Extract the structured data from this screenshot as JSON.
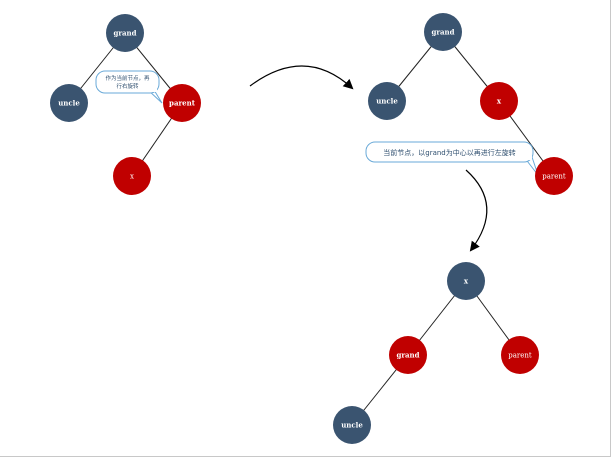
{
  "colors": {
    "black_node": "#3a5470",
    "red_node": "#c00000",
    "edge": "#222222",
    "callout_stroke": "#6aaad8",
    "callout_fill": "#ffffff"
  },
  "nodes": {
    "t1_grand": "grand",
    "t1_uncle": "uncle",
    "t1_parent": "parent",
    "t1_x": "x",
    "t2_grand": "grand",
    "t2_uncle": "uncle",
    "t2_x": "x",
    "t2_parent": "parent",
    "t3_x": "x",
    "t3_grand": "grand",
    "t3_parent": "parent",
    "t3_uncle": "uncle"
  },
  "callouts": {
    "first_line1": "作为当前节点，再",
    "first_line2": "行右旋转",
    "second": "当前节点，以grand为中心以再进行左旋转"
  }
}
